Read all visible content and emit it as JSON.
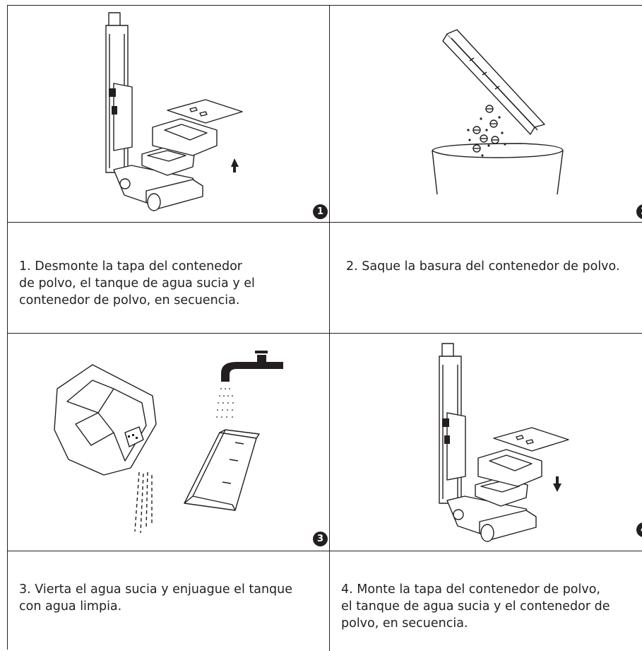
{
  "steps": [
    {
      "number": "1",
      "text": "1. Desmonte la tapa del contenedor\nde polvo, el tanque de agua sucia y el\ncontenedor de polvo, en secuencia."
    },
    {
      "number": "2",
      "text": "2. Saque la basura del contenedor de polvo."
    },
    {
      "number": "3",
      "text": "3. Vierta el agua sucia y enjuague el tanque\ncon agua limpia."
    },
    {
      "number": "4",
      "text": "4. Monte la tapa del contenedor de polvo,\nel tanque de agua sucia y el contenedor de\npolvo, en secuencia."
    }
  ]
}
